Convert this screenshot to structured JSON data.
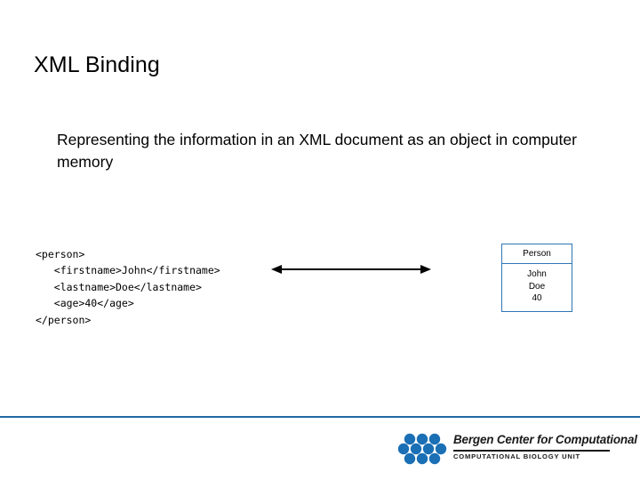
{
  "slide": {
    "title": "XML Binding",
    "subtitle": "Representing the information in an XML document as an object in computer memory",
    "code": "<person>\n   <firstname>John</firstname>\n   <lastname>Doe</lastname>\n   <age>40</age>\n</person>",
    "object_box": {
      "header": "Person",
      "fields": [
        "John",
        "Doe",
        "40"
      ]
    },
    "arrow": {
      "name": "bidirectional-arrow"
    }
  },
  "footer": {
    "logo": {
      "main_text": "Bergen Center for Computational Science",
      "sub_text": "COMPUTATIONAL BIOLOGY UNIT"
    },
    "rule_color": "#1f6aa5"
  },
  "colors": {
    "accent": "#1f6aa5",
    "box_border": "#2e75b6",
    "logo_dot": "#1a6fb5",
    "text": "#000000"
  }
}
